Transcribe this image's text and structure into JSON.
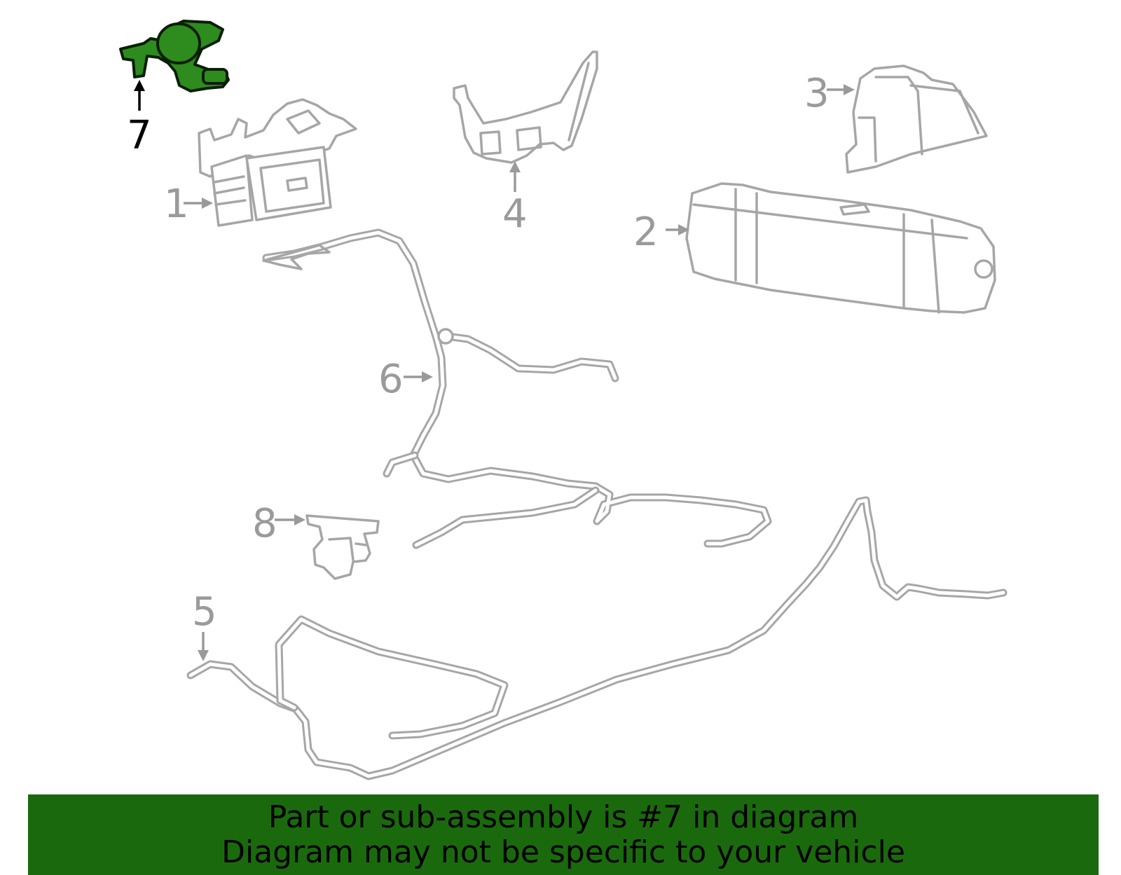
{
  "callouts": {
    "c1": "1",
    "c2": "2",
    "c3": "3",
    "c4": "4",
    "c5": "5",
    "c6": "6",
    "c7": "7",
    "c8": "8"
  },
  "banner": {
    "line1": "Part or sub-assembly is #7 in diagram",
    "line2": "Diagram may not be specific to your vehicle"
  },
  "colors": {
    "highlight": "#2e8b1e",
    "banner_bg": "#1a6a0d",
    "part_stroke": "#a6a6a6"
  }
}
